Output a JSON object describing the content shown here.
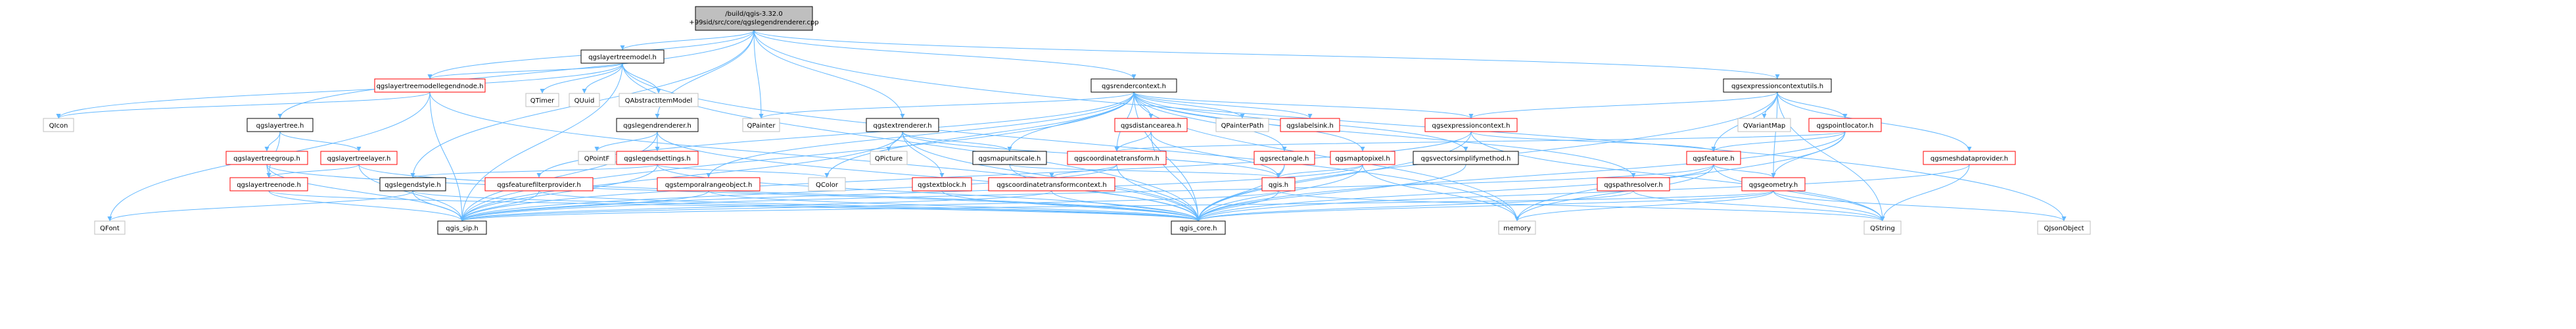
{
  "colors": {
    "edge": "#63b8ff",
    "root_fill": "#bfbfbf",
    "root_stroke": "#000000",
    "linked_stroke": "#000000",
    "partial_stroke": "#ff0000",
    "external_stroke": "#bfbfbf",
    "node_fill": "#ffffff",
    "external_text": "#404040"
  },
  "nodes": [
    {
      "id": "root",
      "label": "/build/qgis-3.32.0+99sid/src/core/qgslegendrenderer.cpp",
      "kind": "root"
    },
    {
      "id": "qgslayertreemodel",
      "label": "qgslayertreemodel.h",
      "kind": "linked"
    },
    {
      "id": "qgslayertreemodellegendnode",
      "label": "qgslayertreemodellegendnode.h",
      "kind": "partial"
    },
    {
      "id": "QTimer",
      "label": "QTimer",
      "kind": "external"
    },
    {
      "id": "QUuid",
      "label": "QUuid",
      "kind": "external"
    },
    {
      "id": "QAbstractItemModel",
      "label": "QAbstractItemModel",
      "kind": "external"
    },
    {
      "id": "qgsrendercontext",
      "label": "qgsrendercontext.h",
      "kind": "linked"
    },
    {
      "id": "qgsexpressioncontextutils",
      "label": "qgsexpressioncontextutils.h",
      "kind": "linked"
    },
    {
      "id": "QIcon",
      "label": "QIcon",
      "kind": "external"
    },
    {
      "id": "qgslayertree",
      "label": "qgslayertree.h",
      "kind": "linked"
    },
    {
      "id": "qgslegendrenderer",
      "label": "qgslegendrenderer.h",
      "kind": "linked"
    },
    {
      "id": "qgstextrenderer",
      "label": "qgstextrenderer.h",
      "kind": "linked"
    },
    {
      "id": "QPainter",
      "label": "QPainter",
      "kind": "external"
    },
    {
      "id": "qgsdistancearea",
      "label": "qgsdistancearea.h",
      "kind": "partial"
    },
    {
      "id": "QPainterPath",
      "label": "QPainterPath",
      "kind": "external"
    },
    {
      "id": "qgslabelsink",
      "label": "qgslabelsink.h",
      "kind": "partial"
    },
    {
      "id": "qgsexpressioncontext",
      "label": "qgsexpressioncontext.h",
      "kind": "partial"
    },
    {
      "id": "QVariantMap",
      "label": "QVariantMap",
      "kind": "external"
    },
    {
      "id": "qgspointlocator",
      "label": "qgspointlocator.h",
      "kind": "partial"
    },
    {
      "id": "qgslayertreegroup",
      "label": "qgslayertreegroup.h",
      "kind": "partial"
    },
    {
      "id": "qgslayertreelayer",
      "label": "qgslayertreelayer.h",
      "kind": "partial"
    },
    {
      "id": "QPointF",
      "label": "QPointF",
      "kind": "external"
    },
    {
      "id": "qgslegendsettings",
      "label": "qgslegendsettings.h",
      "kind": "partial"
    },
    {
      "id": "QPicture",
      "label": "QPicture",
      "kind": "external"
    },
    {
      "id": "qgsmapunitscale",
      "label": "qgsmapunitscale.h",
      "kind": "linked"
    },
    {
      "id": "qgscoordinatetransform",
      "label": "qgscoordinatetransform.h",
      "kind": "partial"
    },
    {
      "id": "qgsrectangle",
      "label": "qgsrectangle.h",
      "kind": "partial"
    },
    {
      "id": "qgsmaptopixel",
      "label": "qgsmaptopixel.h",
      "kind": "partial"
    },
    {
      "id": "qgsvectorsimplifymethod",
      "label": "qgsvectorsimplifymethod.h",
      "kind": "linked"
    },
    {
      "id": "qgsfeature",
      "label": "qgsfeature.h",
      "kind": "partial"
    },
    {
      "id": "qgsmeshdataprovider",
      "label": "qgsmeshdataprovider.h",
      "kind": "partial"
    },
    {
      "id": "qgslayertreenode",
      "label": "qgslayertreenode.h",
      "kind": "partial"
    },
    {
      "id": "qgslegendstyle",
      "label": "qgslegendstyle.h",
      "kind": "linked"
    },
    {
      "id": "qgsfeaturefilterprovider",
      "label": "qgsfeaturefilterprovider.h",
      "kind": "partial"
    },
    {
      "id": "qgstemporalrangeobject",
      "label": "qgstemporalrangeobject.h",
      "kind": "partial"
    },
    {
      "id": "qgstextblock",
      "label": "qgstextblock.h",
      "kind": "partial"
    },
    {
      "id": "qgscoordinatetransformcontext",
      "label": "qgscoordinatetransformcontext.h",
      "kind": "partial"
    },
    {
      "id": "QColor",
      "label": "QColor",
      "kind": "external"
    },
    {
      "id": "qgis",
      "label": "qgis.h",
      "kind": "partial"
    },
    {
      "id": "qgspathresolver",
      "label": "qgspathresolver.h",
      "kind": "partial"
    },
    {
      "id": "qgsgeometry",
      "label": "qgsgeometry.h",
      "kind": "partial"
    },
    {
      "id": "QFont",
      "label": "QFont",
      "kind": "external"
    },
    {
      "id": "qgis_sip",
      "label": "qgis_sip.h",
      "kind": "linked"
    },
    {
      "id": "qgis_core",
      "label": "qgis_core.h",
      "kind": "linked"
    },
    {
      "id": "memory",
      "label": "memory",
      "kind": "external"
    },
    {
      "id": "QString",
      "label": "QString",
      "kind": "external"
    },
    {
      "id": "QJsonObject",
      "label": "QJsonObject",
      "kind": "external"
    }
  ],
  "edges": [
    [
      "root",
      "qgslayertreemodel"
    ],
    [
      "root",
      "qgslayertreemodellegendnode"
    ],
    [
      "root",
      "qgsrendercontext"
    ],
    [
      "root",
      "qgsexpressioncontextutils"
    ],
    [
      "root",
      "qgslayertree"
    ],
    [
      "root",
      "qgslegendrenderer"
    ],
    [
      "root",
      "qgstextrenderer"
    ],
    [
      "root",
      "QPainter"
    ],
    [
      "root",
      "qgslegendstyle"
    ],
    [
      "root",
      "QJsonObject"
    ],
    [
      "qgslayertreemodel",
      "qgslayertreemodellegendnode"
    ],
    [
      "qgslayertreemodel",
      "QTimer"
    ],
    [
      "qgslayertreemodel",
      "QUuid"
    ],
    [
      "qgslayertreemodel",
      "QAbstractItemModel"
    ],
    [
      "qgslayertreemodel",
      "QIcon"
    ],
    [
      "qgslayertreemodel",
      "qgis_core"
    ],
    [
      "qgslayertreemodel",
      "qgis_sip"
    ],
    [
      "qgslayertreemodel",
      "memory"
    ],
    [
      "qgslayertreemodellegendnode",
      "QIcon"
    ],
    [
      "qgslayertreemodellegendnode",
      "QFont"
    ],
    [
      "qgslayertreemodellegendnode",
      "qgis_core"
    ],
    [
      "qgslayertreemodellegendnode",
      "qgis_sip"
    ],
    [
      "qgsrendercontext",
      "QPainter"
    ],
    [
      "qgsrendercontext",
      "qgsdistancearea"
    ],
    [
      "qgsrendercontext",
      "QPainterPath"
    ],
    [
      "qgsrendercontext",
      "qgslabelsink"
    ],
    [
      "qgsrendercontext",
      "qgsexpressioncontext"
    ],
    [
      "qgsrendercontext",
      "qgsmapunitscale"
    ],
    [
      "qgsrendercontext",
      "qgscoordinatetransform"
    ],
    [
      "qgsrendercontext",
      "qgsrectangle"
    ],
    [
      "qgsrendercontext",
      "qgsmaptopixel"
    ],
    [
      "qgsrendercontext",
      "qgsvectorsimplifymethod"
    ],
    [
      "qgsrendercontext",
      "qgsfeaturefilterprovider"
    ],
    [
      "qgsrendercontext",
      "qgstemporalrangeobject"
    ],
    [
      "qgsrendercontext",
      "qgspathresolver"
    ],
    [
      "qgsrendercontext",
      "QColor"
    ],
    [
      "qgsrendercontext",
      "qgis_core"
    ],
    [
      "qgsrendercontext",
      "qgis_sip"
    ],
    [
      "qgsrendercontext",
      "memory"
    ],
    [
      "qgsexpressioncontextutils",
      "qgsexpressioncontext"
    ],
    [
      "qgsexpressioncontextutils",
      "QVariantMap"
    ],
    [
      "qgsexpressioncontextutils",
      "qgspointlocator"
    ],
    [
      "qgsexpressioncontextutils",
      "qgsmeshdataprovider"
    ],
    [
      "qgsexpressioncontextutils",
      "qgsfeature"
    ],
    [
      "qgsexpressioncontextutils",
      "qgsgeometry"
    ],
    [
      "qgsexpressioncontextutils",
      "QString"
    ],
    [
      "qgsexpressioncontextutils",
      "qgis_core"
    ],
    [
      "qgslayertree",
      "qgslayertreegroup"
    ],
    [
      "qgslayertree",
      "qgslayertreelayer"
    ],
    [
      "qgslayertree",
      "qgslayertreenode"
    ],
    [
      "qgslegendrenderer",
      "QPointF"
    ],
    [
      "qgslegendrenderer",
      "qgslegendsettings"
    ],
    [
      "qgslegendrenderer",
      "qgis_core"
    ],
    [
      "qgslegendrenderer",
      "qgis_sip"
    ],
    [
      "qgstextrenderer",
      "QPicture"
    ],
    [
      "qgstextrenderer",
      "qgsmapunitscale"
    ],
    [
      "qgstextrenderer",
      "qgstextblock"
    ],
    [
      "qgstextrenderer",
      "qgis"
    ],
    [
      "qgstextrenderer",
      "qgis_core"
    ],
    [
      "qgstextrenderer",
      "qgis_sip"
    ],
    [
      "qgsdistancearea",
      "qgscoordinatetransform"
    ],
    [
      "qgsdistancearea",
      "qgis"
    ],
    [
      "qgsdistancearea",
      "qgis_core"
    ],
    [
      "qgsexpressioncontext",
      "qgsfeature"
    ],
    [
      "qgsexpressioncontext",
      "QString"
    ],
    [
      "qgsexpressioncontext",
      "qgis_core"
    ],
    [
      "qgsexpressioncontext",
      "qgis_sip"
    ],
    [
      "qgspointlocator",
      "qgsfeature"
    ],
    [
      "qgspointlocator",
      "qgsgeometry"
    ],
    [
      "qgspointlocator",
      "qgscoordinatetransform"
    ],
    [
      "qgspointlocator",
      "memory"
    ],
    [
      "qgspointlocator",
      "qgis_core"
    ],
    [
      "qgslayertreegroup",
      "qgslayertreenode"
    ],
    [
      "qgslayertreegroup",
      "qgis_core"
    ],
    [
      "qgslayertreegroup",
      "qgis_sip"
    ],
    [
      "qgslayertreelayer",
      "qgslayertreenode"
    ],
    [
      "qgslayertreelayer",
      "qgis_core"
    ],
    [
      "qgslayertreelayer",
      "qgis_sip"
    ],
    [
      "qgslegendsettings",
      "qgslegendstyle"
    ],
    [
      "qgslegendsettings",
      "QColor"
    ],
    [
      "qgslegendsettings",
      "qgis_core"
    ],
    [
      "qgslegendsettings",
      "qgis_sip"
    ],
    [
      "qgsmapunitscale",
      "qgis"
    ],
    [
      "qgsmapunitscale",
      "qgis_core"
    ],
    [
      "qgscoordinatetransform",
      "qgscoordinatetransformcontext"
    ],
    [
      "qgscoordinatetransform",
      "qgis_core"
    ],
    [
      "qgscoordinatetransform",
      "qgis_sip"
    ],
    [
      "qgsrectangle",
      "qgis"
    ],
    [
      "qgsrectangle",
      "qgis_core"
    ],
    [
      "qgsmaptopixel",
      "qgis"
    ],
    [
      "qgsmaptopixel",
      "qgis_core"
    ],
    [
      "qgsmaptopixel",
      "qgis_sip"
    ],
    [
      "qgsmaptopixel",
      "memory"
    ],
    [
      "qgsvectorsimplifymethod",
      "qgis_core"
    ],
    [
      "qgsfeature",
      "qgsgeometry"
    ],
    [
      "qgsfeature",
      "memory"
    ],
    [
      "qgsfeature",
      "QString"
    ],
    [
      "qgsfeature",
      "qgis_core"
    ],
    [
      "qgsfeature",
      "qgis_sip"
    ],
    [
      "qgsmeshdataprovider",
      "QString"
    ],
    [
      "qgsmeshdataprovider",
      "qgis_core"
    ],
    [
      "qgslayertreenode",
      "qgis_core"
    ],
    [
      "qgslayertreenode",
      "qgis_sip"
    ],
    [
      "qgslegendstyle",
      "QFont"
    ],
    [
      "qgslegendstyle",
      "qgis_core"
    ],
    [
      "qgslegendstyle",
      "qgis_sip"
    ],
    [
      "qgsfeaturefilterprovider",
      "qgis_core"
    ],
    [
      "qgsfeaturefilterprovider",
      "qgis_sip"
    ],
    [
      "qgstemporalrangeobject",
      "qgis_core"
    ],
    [
      "qgstemporalrangeobject",
      "qgis_sip"
    ],
    [
      "qgstextblock",
      "qgis_core"
    ],
    [
      "qgscoordinatetransformcontext",
      "qgis_core"
    ],
    [
      "qgscoordinatetransformcontext",
      "qgis_sip"
    ],
    [
      "qgis",
      "qgis_sip"
    ],
    [
      "qgis",
      "qgis_core"
    ],
    [
      "qgis",
      "QString"
    ],
    [
      "qgspathresolver",
      "qgis_core"
    ],
    [
      "qgspathresolver",
      "QString"
    ],
    [
      "qgsgeometry",
      "qgis_core"
    ],
    [
      "qgsgeometry",
      "qgis_sip"
    ],
    [
      "qgsgeometry",
      "QString"
    ],
    [
      "qgsgeometry",
      "memory"
    ],
    [
      "qgsgeometry",
      "QJsonObject"
    ]
  ]
}
